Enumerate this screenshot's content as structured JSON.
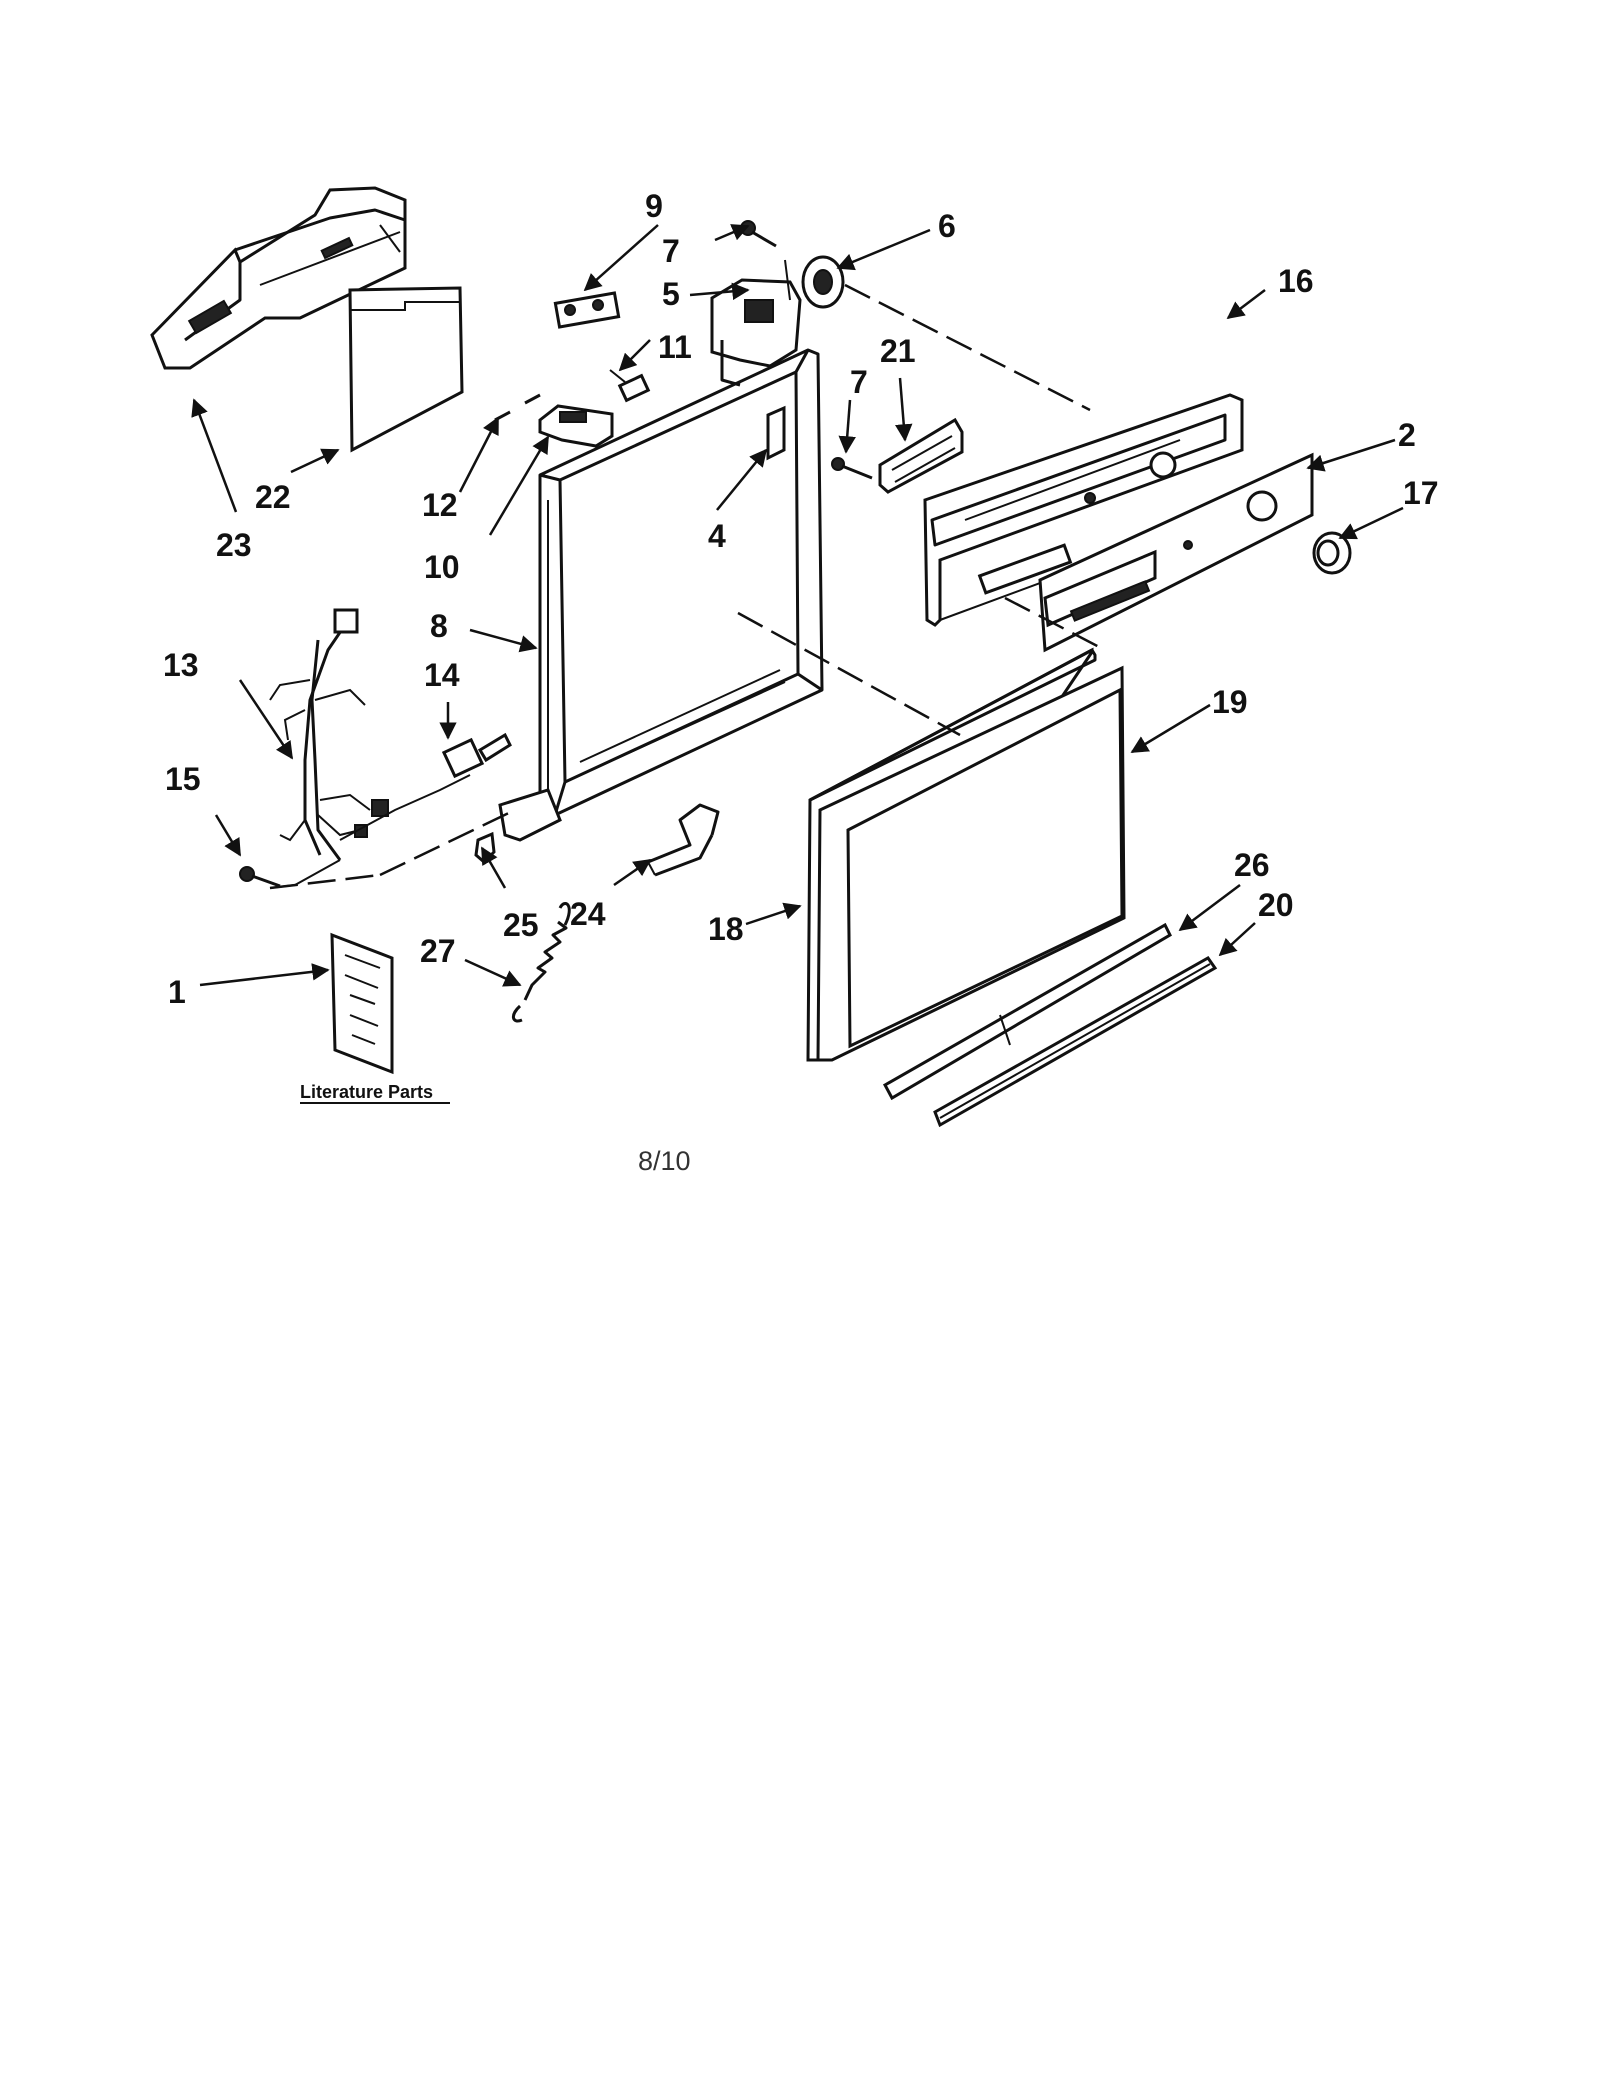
{
  "labels": {
    "l1": "1",
    "l2": "2",
    "l4": "4",
    "l5": "5",
    "l6": "6",
    "l7a": "7",
    "l7b": "7",
    "l8": "8",
    "l9": "9",
    "l10": "10",
    "l11": "11",
    "l12": "12",
    "l13": "13",
    "l14": "14",
    "l15": "15",
    "l16": "16",
    "l17": "17",
    "l18": "18",
    "l19": "19",
    "l20": "20",
    "l21": "21",
    "l22": "22",
    "l23": "23",
    "l24": "24",
    "l25": "25",
    "l26": "26",
    "l27": "27"
  },
  "literature_caption": "Literature Parts",
  "page_number": "8/10"
}
